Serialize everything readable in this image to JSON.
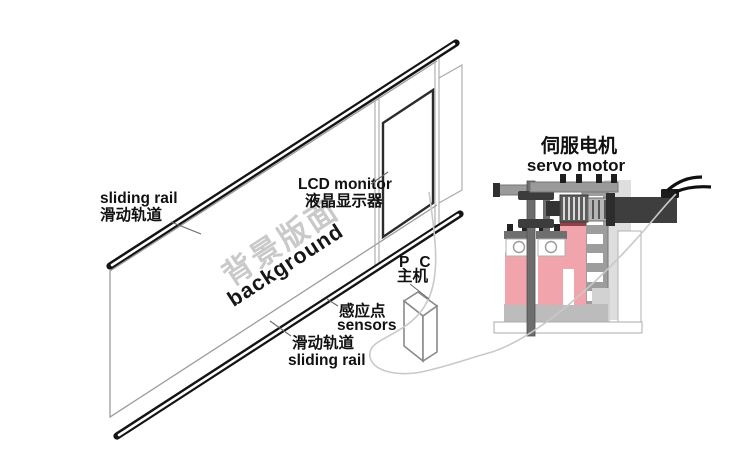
{
  "diagram": {
    "labels": {
      "rail_top": {
        "en": "sliding rail",
        "zh": "滑动轨道"
      },
      "lcd": {
        "en": "LCD monitor",
        "zh": "液晶显示器"
      },
      "pc": {
        "en": "P C",
        "zh": "主机"
      },
      "sensors": {
        "zh": "感应点",
        "en": "sensors"
      },
      "rail_bottom": {
        "zh": "滑动轨道",
        "en": "sliding rail"
      },
      "servo": {
        "zh": "伺服电机",
        "en": "servo motor"
      },
      "panel": {
        "zh": "背景版面",
        "en": "background"
      }
    },
    "colors": {
      "rail_black": "#141414",
      "outline_gray": "#9b9b9b",
      "watermark_gray": "#c9c9c9",
      "background_text": "#161616",
      "pink": "#f2a4ac",
      "pink_dark": "#8f4049",
      "machine_gray": "#9d9d9d",
      "machine_light": "#dedede",
      "motor_dark": "#3e3e3e",
      "cable_gray": "#c9c9c9"
    }
  }
}
